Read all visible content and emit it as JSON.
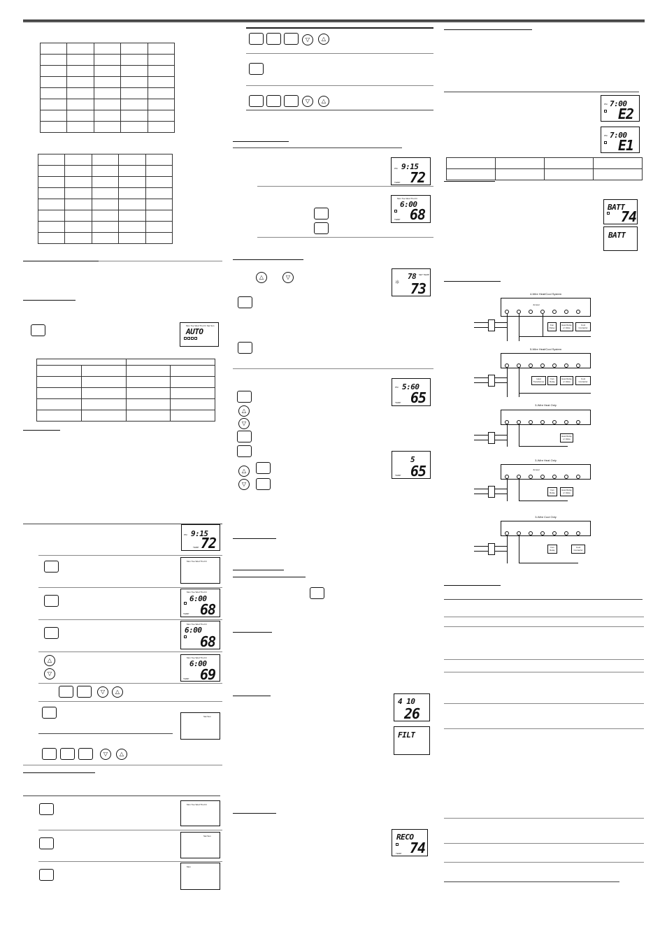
{
  "lcd": {
    "auto": {
      "small": "Mon Tue Wed Thu Fri Sat Sun",
      "time": "AUTO"
    },
    "t915a": {
      "time": "9:15",
      "temp": "72",
      "side": "PM",
      "label": "TEMP"
    },
    "t600a": {
      "small": "Mon Tue Wed Thu Fri",
      "time": "6:00",
      "temp": "68",
      "label": "TEMP"
    },
    "t600b": {
      "small": "Mon Tue Wed Thu Fri",
      "time": "6:00",
      "temp": "68"
    },
    "t600c": {
      "small": "Mon Tue Wed Thu Fri",
      "time": "6:00",
      "temp": "69",
      "label": "TEMP"
    },
    "t915b": {
      "time": "9:15",
      "temp": "72",
      "side": "PM",
      "label": "TEMP"
    },
    "t600d": {
      "small": "Mon Tue Wed Thu Fri",
      "time": "6:00",
      "temp": "68",
      "label": "TEMP"
    },
    "t73": {
      "time": "78",
      "temp": "73",
      "label": "SET TEMP"
    },
    "t560": {
      "time": "5:60",
      "temp": "65",
      "side": "PM",
      "label": "TEMP"
    },
    "t5": {
      "time": "5",
      "temp": "65",
      "label": "TEMP"
    },
    "t410": {
      "time": "4 10",
      "temp": "26"
    },
    "filt": {
      "time": "FILT"
    },
    "reco": {
      "time": "RECO",
      "temp": "74",
      "label": "TEMP"
    },
    "e2": {
      "time": "7:00",
      "temp": "E2",
      "side": "PM"
    },
    "e1": {
      "time": "7:00",
      "temp": "E1",
      "side": "PM"
    },
    "batt1": {
      "time": "BATT",
      "temp": "74"
    },
    "batt2": {
      "time": "BATT"
    },
    "sat_sun": {
      "small": "Sat Sun"
    },
    "mon_fri": {
      "small": "Mon Tue Wed Thu Fri"
    },
    "sat_sun2": {
      "small": "Sat Sun"
    },
    "mon_only": {
      "small": "Mon"
    }
  },
  "arrows": {
    "down": "▽",
    "up": "△"
  },
  "diagrams": [
    {
      "title": "4-Wire Heat/Cool System",
      "jumper": "Jumper",
      "relays": [
        "Fan Relay",
        "Heat Relay or Valve",
        "Cool Contactor"
      ]
    },
    {
      "title": "5-Wire Heat/Cool System",
      "relays": [
        "Heat Transformer",
        "Fan Relay",
        "Heat Relay or Valve",
        "Cool Contactor"
      ]
    },
    {
      "title": "3-Wire Heat Only",
      "relays": [
        "Heat Relay or Valve"
      ]
    },
    {
      "title": "3-Wire Heat Only",
      "jumper": "Jumper",
      "relays": [
        "Fan Relay",
        "Heat Relay or Valve"
      ]
    },
    {
      "title": "3-Wire Cool Only",
      "relays": [
        "Fan Relay",
        "Cool Contactor"
      ]
    }
  ]
}
